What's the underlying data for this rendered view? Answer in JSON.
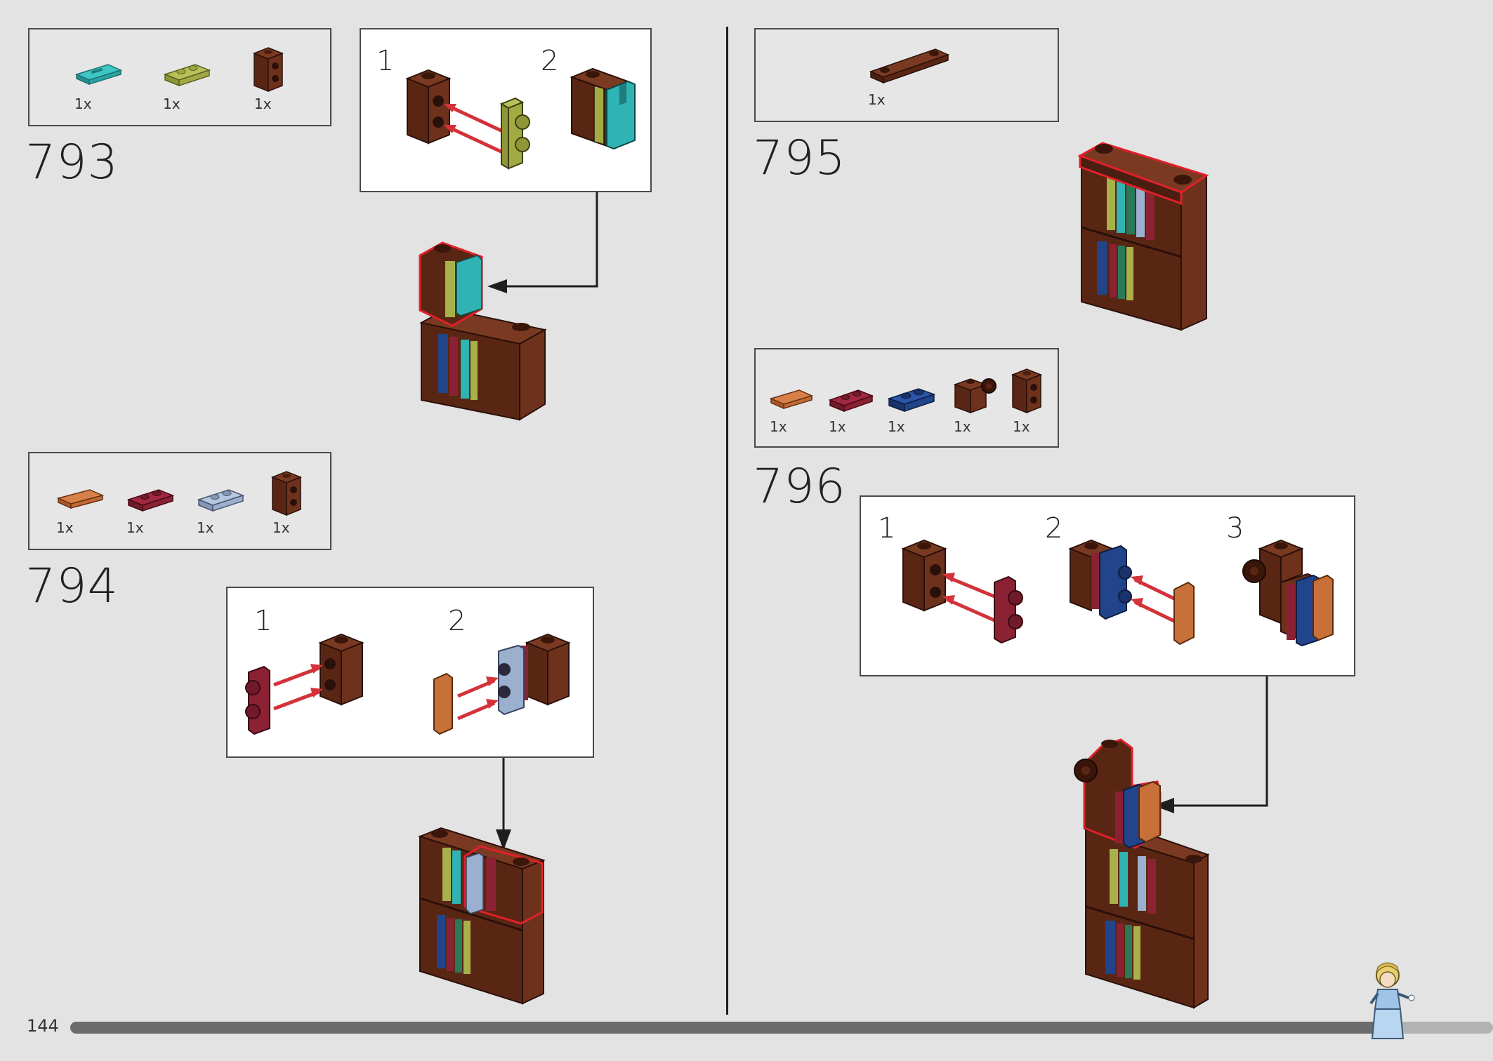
{
  "page": {
    "number": "144",
    "progress": 0.93
  },
  "colors": {
    "brown": "#6b2f1c",
    "brown_dark": "#4a1e10",
    "teal": "#2fb3b3",
    "olive": "#a8b04a",
    "orange": "#c8703a",
    "dark_red": "#8a2233",
    "light_blue": "#9bb0cf",
    "blue": "#22448a",
    "highlight": "#e0202a",
    "arrow_red": "#d3323a"
  },
  "steps": [
    {
      "number": "793",
      "parts": [
        {
          "qty": "1x",
          "icon": "teal-tile-icon"
        },
        {
          "qty": "1x",
          "icon": "olive-plate-icon"
        },
        {
          "qty": "1x",
          "icon": "brown-brick-studs-icon"
        }
      ],
      "substeps": [
        "1",
        "2"
      ]
    },
    {
      "number": "794",
      "parts": [
        {
          "qty": "1x",
          "icon": "orange-tile-icon"
        },
        {
          "qty": "1x",
          "icon": "dark-red-plate-icon"
        },
        {
          "qty": "1x",
          "icon": "light-blue-plate-icon"
        },
        {
          "qty": "1x",
          "icon": "brown-brick-studs-icon"
        }
      ],
      "substeps": [
        "1",
        "2"
      ]
    },
    {
      "number": "795",
      "parts": [
        {
          "qty": "1x",
          "icon": "brown-plate-long-icon"
        }
      ]
    },
    {
      "number": "796",
      "parts": [
        {
          "qty": "1x",
          "icon": "orange-tile-icon"
        },
        {
          "qty": "1x",
          "icon": "dark-red-plate-icon"
        },
        {
          "qty": "1x",
          "icon": "blue-plate-icon"
        },
        {
          "qty": "1x",
          "icon": "brown-clip-brick-icon"
        },
        {
          "qty": "1x",
          "icon": "brown-brick-studs-icon"
        }
      ],
      "substeps": [
        "1",
        "2",
        "3"
      ]
    }
  ]
}
